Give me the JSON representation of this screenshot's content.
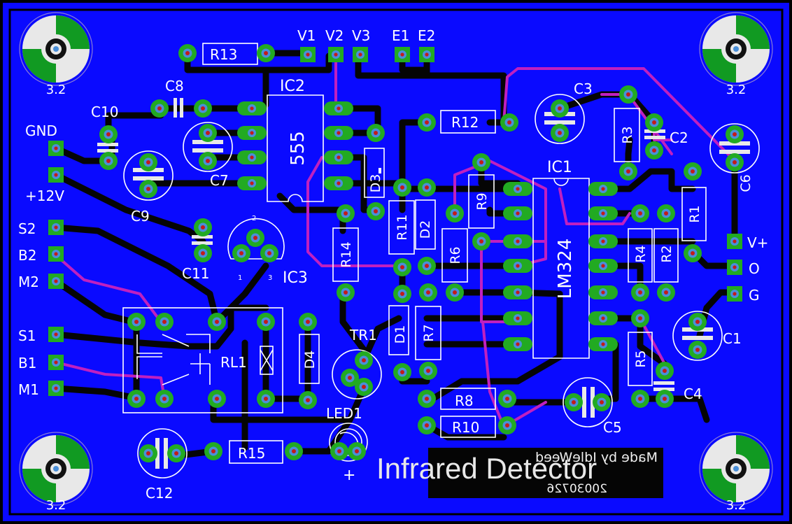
{
  "board": {
    "title": "Infrared Detector",
    "mirrored_lines": [
      "Made by IdleWeed",
      "20030726"
    ],
    "colors": {
      "background": "#0a0aff",
      "copper_bottom": "#050505",
      "copper_top": "#c020c0",
      "silkscreen": "#ffffff",
      "pad_ring": "#22aa22",
      "pad_hole": "#4a8fd8"
    }
  },
  "mount_hole_label": "3.2",
  "connector_labels": {
    "v1": "V1",
    "v2": "V2",
    "v3": "V3",
    "e1": "E1",
    "e2": "E2",
    "gnd": "GND",
    "p12v": "+12V",
    "s2": "S2",
    "b2": "B2",
    "m2": "M2",
    "s1": "S1",
    "b1": "B1",
    "m1": "M1",
    "vplus": "V+",
    "o": "O",
    "g": "G"
  },
  "ic_labels": {
    "ic2": "IC2",
    "ic1": "IC1",
    "ic3": "IC3",
    "n555": "555",
    "lm324": "LM324"
  },
  "component_labels": {
    "r13": "R13",
    "r12": "R12",
    "r15": "R15",
    "r8": "R8",
    "r10": "R10",
    "r3": "R3",
    "r1": "R1",
    "r4": "R4",
    "r2": "R2",
    "r5": "R5",
    "r9": "R9",
    "r6": "R6",
    "r7": "R7",
    "r11": "R11",
    "r14": "R14",
    "c1": "C1",
    "c2": "C2",
    "c3": "C3",
    "c4": "C4",
    "c5": "C5",
    "c6": "C6",
    "c7": "C7",
    "c8": "C8",
    "c9": "C9",
    "c10": "C10",
    "c11": "C11",
    "c12": "C12",
    "d1": "D1",
    "d2": "D2",
    "d3": "D3",
    "d4": "D4",
    "tr1": "TR1",
    "led1": "LED1",
    "rl1": "RL1"
  },
  "pin_marks": {
    "ic3_top": "2",
    "ic3_left": "1",
    "ic3_right": "3",
    "led_plus": "+"
  }
}
